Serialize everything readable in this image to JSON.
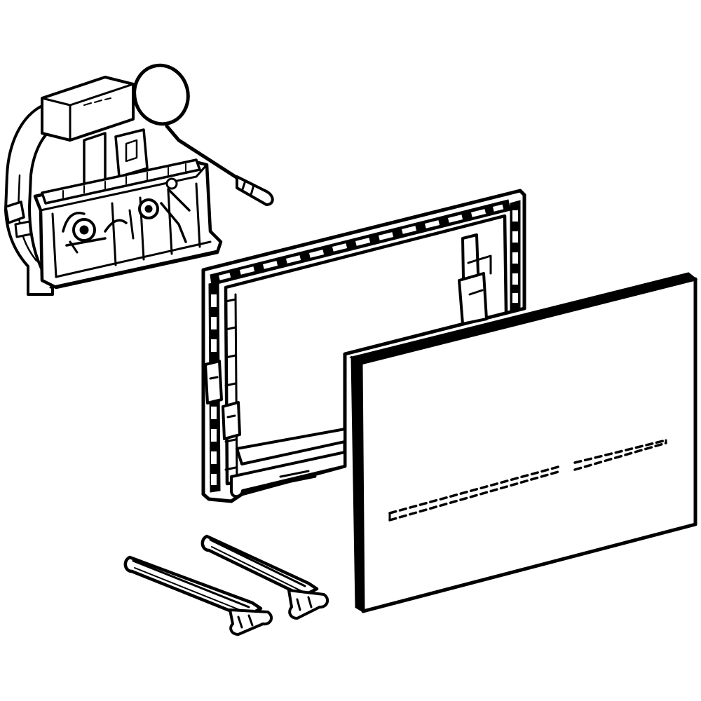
{
  "figure": {
    "kind": "exploded-assembly-drawing",
    "line_color": "#000000",
    "background_color": "#ffffff"
  },
  "parts": [
    {
      "id": "actuator-mechanism",
      "icon": "actuator-mechanism-icon"
    },
    {
      "id": "pull-ring-cable",
      "icon": "pull-ring-icon"
    },
    {
      "id": "mounting-frame",
      "icon": "mounting-frame-icon"
    },
    {
      "id": "cover-plate",
      "icon": "cover-plate-icon"
    },
    {
      "id": "spacer-rod-left",
      "icon": "spacer-rod-icon"
    },
    {
      "id": "spacer-rod-right",
      "icon": "spacer-rod-icon"
    }
  ]
}
